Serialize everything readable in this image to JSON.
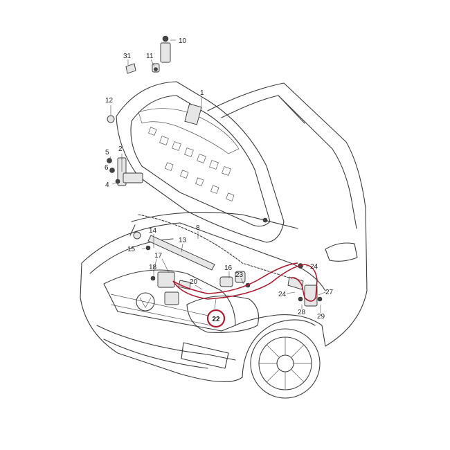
{
  "highlight_color": "#b0182d",
  "callouts": {
    "c1": "1",
    "c2": "2",
    "c4": "4",
    "c5": "5",
    "c6": "6",
    "c8": "8",
    "c10": "10",
    "c11": "11",
    "c12": "12",
    "c13": "13",
    "c14": "14",
    "c15": "15",
    "c16": "16",
    "c17": "17",
    "c18": "18",
    "c20": "20",
    "c22": "22",
    "c23": "23",
    "c24a": "24",
    "c24b": "24",
    "c27": "27",
    "c28": "28",
    "c29": "29",
    "c31": "31"
  }
}
